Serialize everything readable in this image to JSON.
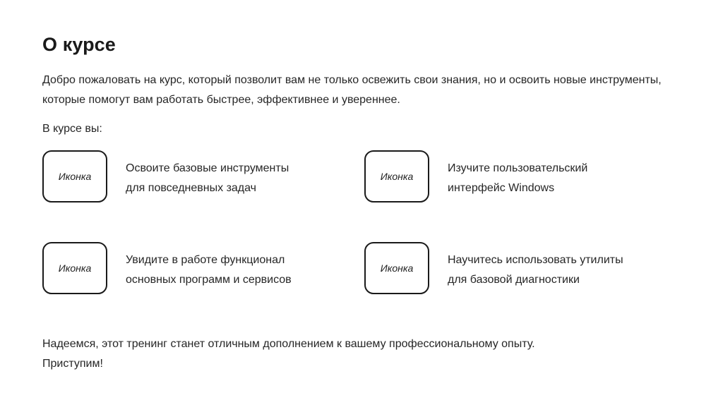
{
  "slide": {
    "title": "О курсе",
    "intro": "Добро пожаловать на курс, который позволит вам не только освежить свои знания, но и освоить новые инструменты, которые помогут вам работать быстрее, эффективнее и увереннее.",
    "lead_in": "В курсе вы:",
    "icon_placeholder_label": "Иконка",
    "benefits": [
      {
        "icon_label": "Иконка",
        "line1": "Освоите базовые инструменты",
        "line2": "для повседневных задач"
      },
      {
        "icon_label": "Иконка",
        "line1": "Изучите пользовательский",
        "line2": "интерфейс Windows"
      },
      {
        "icon_label": "Иконка",
        "line1": "Увидите в работе функционал",
        "line2": "основных программ и сервисов"
      },
      {
        "icon_label": "Иконка",
        "line1": "Научитесь использовать утилиты",
        "line2": "для базовой диагностики"
      }
    ],
    "closing": {
      "line1": "Надеемся, этот тренинг станет отличным дополнением к вашему профессиональному опыту.",
      "line2": "Приступим!"
    }
  },
  "colors": {
    "background": "#ffffff",
    "text": "#262626",
    "title": "#1a1a1a",
    "box_border": "#1a1a1a"
  }
}
